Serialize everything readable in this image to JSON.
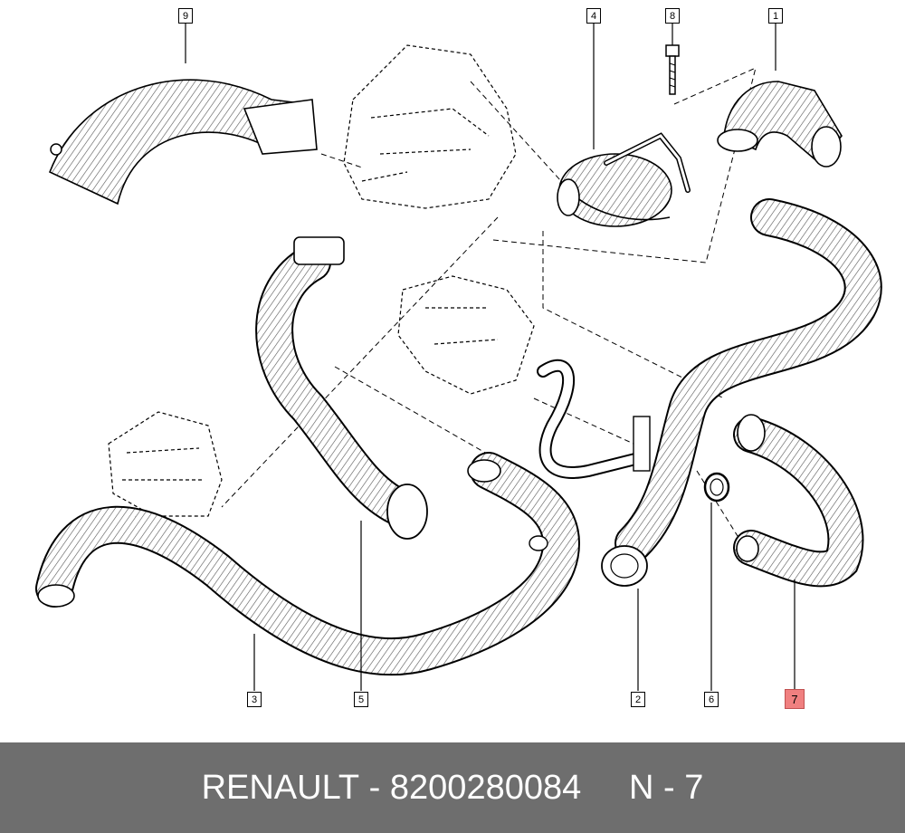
{
  "callouts": [
    {
      "id": "9",
      "label": "9"
    },
    {
      "id": "4",
      "label": "4"
    },
    {
      "id": "8",
      "label": "8"
    },
    {
      "id": "1",
      "label": "1"
    },
    {
      "id": "3",
      "label": "3"
    },
    {
      "id": "5",
      "label": "5"
    },
    {
      "id": "2",
      "label": "2"
    },
    {
      "id": "6",
      "label": "6"
    },
    {
      "id": "7",
      "label": "7",
      "highlighted": true
    }
  ],
  "footer": {
    "brand": "RENAULT",
    "separator": " - ",
    "part_number": "8200280084",
    "position_label": "N - 7"
  },
  "colors": {
    "highlight": "#f08080",
    "footer_bg": "#6e6e6e",
    "line": "#000000"
  }
}
